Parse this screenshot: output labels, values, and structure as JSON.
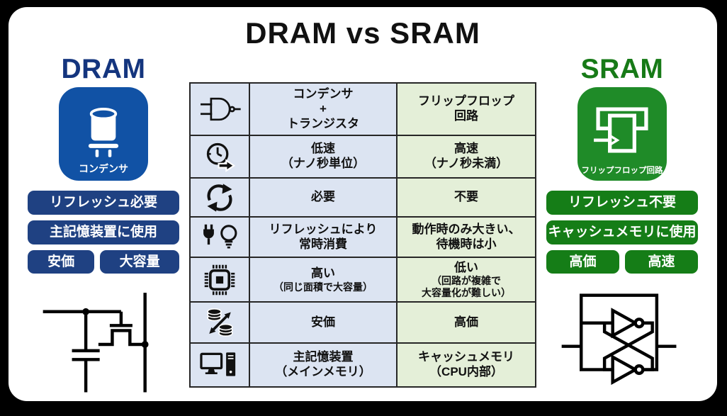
{
  "title": "DRAM vs SRAM",
  "colors": {
    "dram_heading": "#14357e",
    "dram_icon_bg": "#1152a5",
    "dram_badge_bg": "#1f4182",
    "sram_heading": "#177a17",
    "sram_icon_bg": "#1f8b28",
    "sram_badge_bg": "#157d17",
    "table_dram_col_bg": "#dce4f2",
    "table_sram_col_bg": "#e4efd8",
    "table_border": "#262626"
  },
  "dram": {
    "heading": "DRAM",
    "icon_label": "コンデンサ",
    "badges": [
      "リフレッシュ必要",
      "主記憶装置に使用",
      "安価",
      "大容量"
    ]
  },
  "sram": {
    "heading": "SRAM",
    "icon_label": "フリップフロップ回路",
    "badges": [
      "リフレッシュ不要",
      "キャッシュメモリに使用",
      "高価",
      "高速"
    ]
  },
  "table": {
    "rows": [
      {
        "icon": "logic-gate-icon",
        "dram": {
          "main": "コンデンサ\n+\nトランジスタ",
          "sub": ""
        },
        "sram": {
          "main": "フリップフロップ\n回路",
          "sub": ""
        }
      },
      {
        "icon": "clock-speed-icon",
        "dram": {
          "main": "低速\n（ナノ秒単位）",
          "sub": ""
        },
        "sram": {
          "main": "高速\n（ナノ秒未満）",
          "sub": ""
        }
      },
      {
        "icon": "refresh-icon",
        "dram": {
          "main": "必要",
          "sub": ""
        },
        "sram": {
          "main": "不要",
          "sub": ""
        }
      },
      {
        "icon": "power-consumption-icon",
        "dram": {
          "main": "リフレッシュにより\n常時消費",
          "sub": ""
        },
        "sram": {
          "main": "動作時のみ大きい、\n待機時は小",
          "sub": ""
        }
      },
      {
        "icon": "chip-density-icon",
        "dram": {
          "main": "高い",
          "sub": "（同じ面積で大容量）"
        },
        "sram": {
          "main": "低い",
          "sub": "（回路が複雑で\n大容量化が難しい）"
        }
      },
      {
        "icon": "cost-coins-icon",
        "dram": {
          "main": "安価",
          "sub": ""
        },
        "sram": {
          "main": "高価",
          "sub": ""
        }
      },
      {
        "icon": "computer-usage-icon",
        "dram": {
          "main": "主記憶装置\n（メインメモリ）",
          "sub": ""
        },
        "sram": {
          "main": "キャッシュメモリ\n（CPU内部）",
          "sub": ""
        }
      }
    ]
  }
}
